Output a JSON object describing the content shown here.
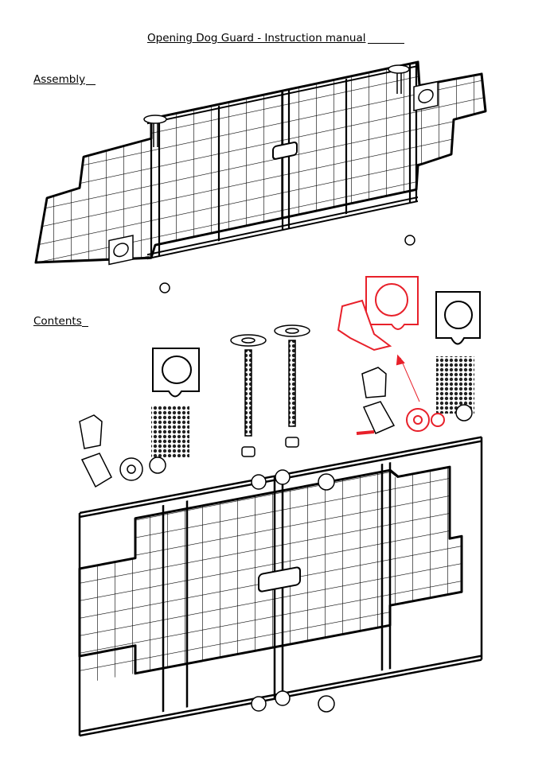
{
  "document": {
    "title": "Opening Dog Guard - Instruction manual",
    "sections": {
      "assembly": "Assembly",
      "contents": "Contents"
    }
  },
  "colors": {
    "highlight": "#e8202a",
    "line": "#000000"
  }
}
